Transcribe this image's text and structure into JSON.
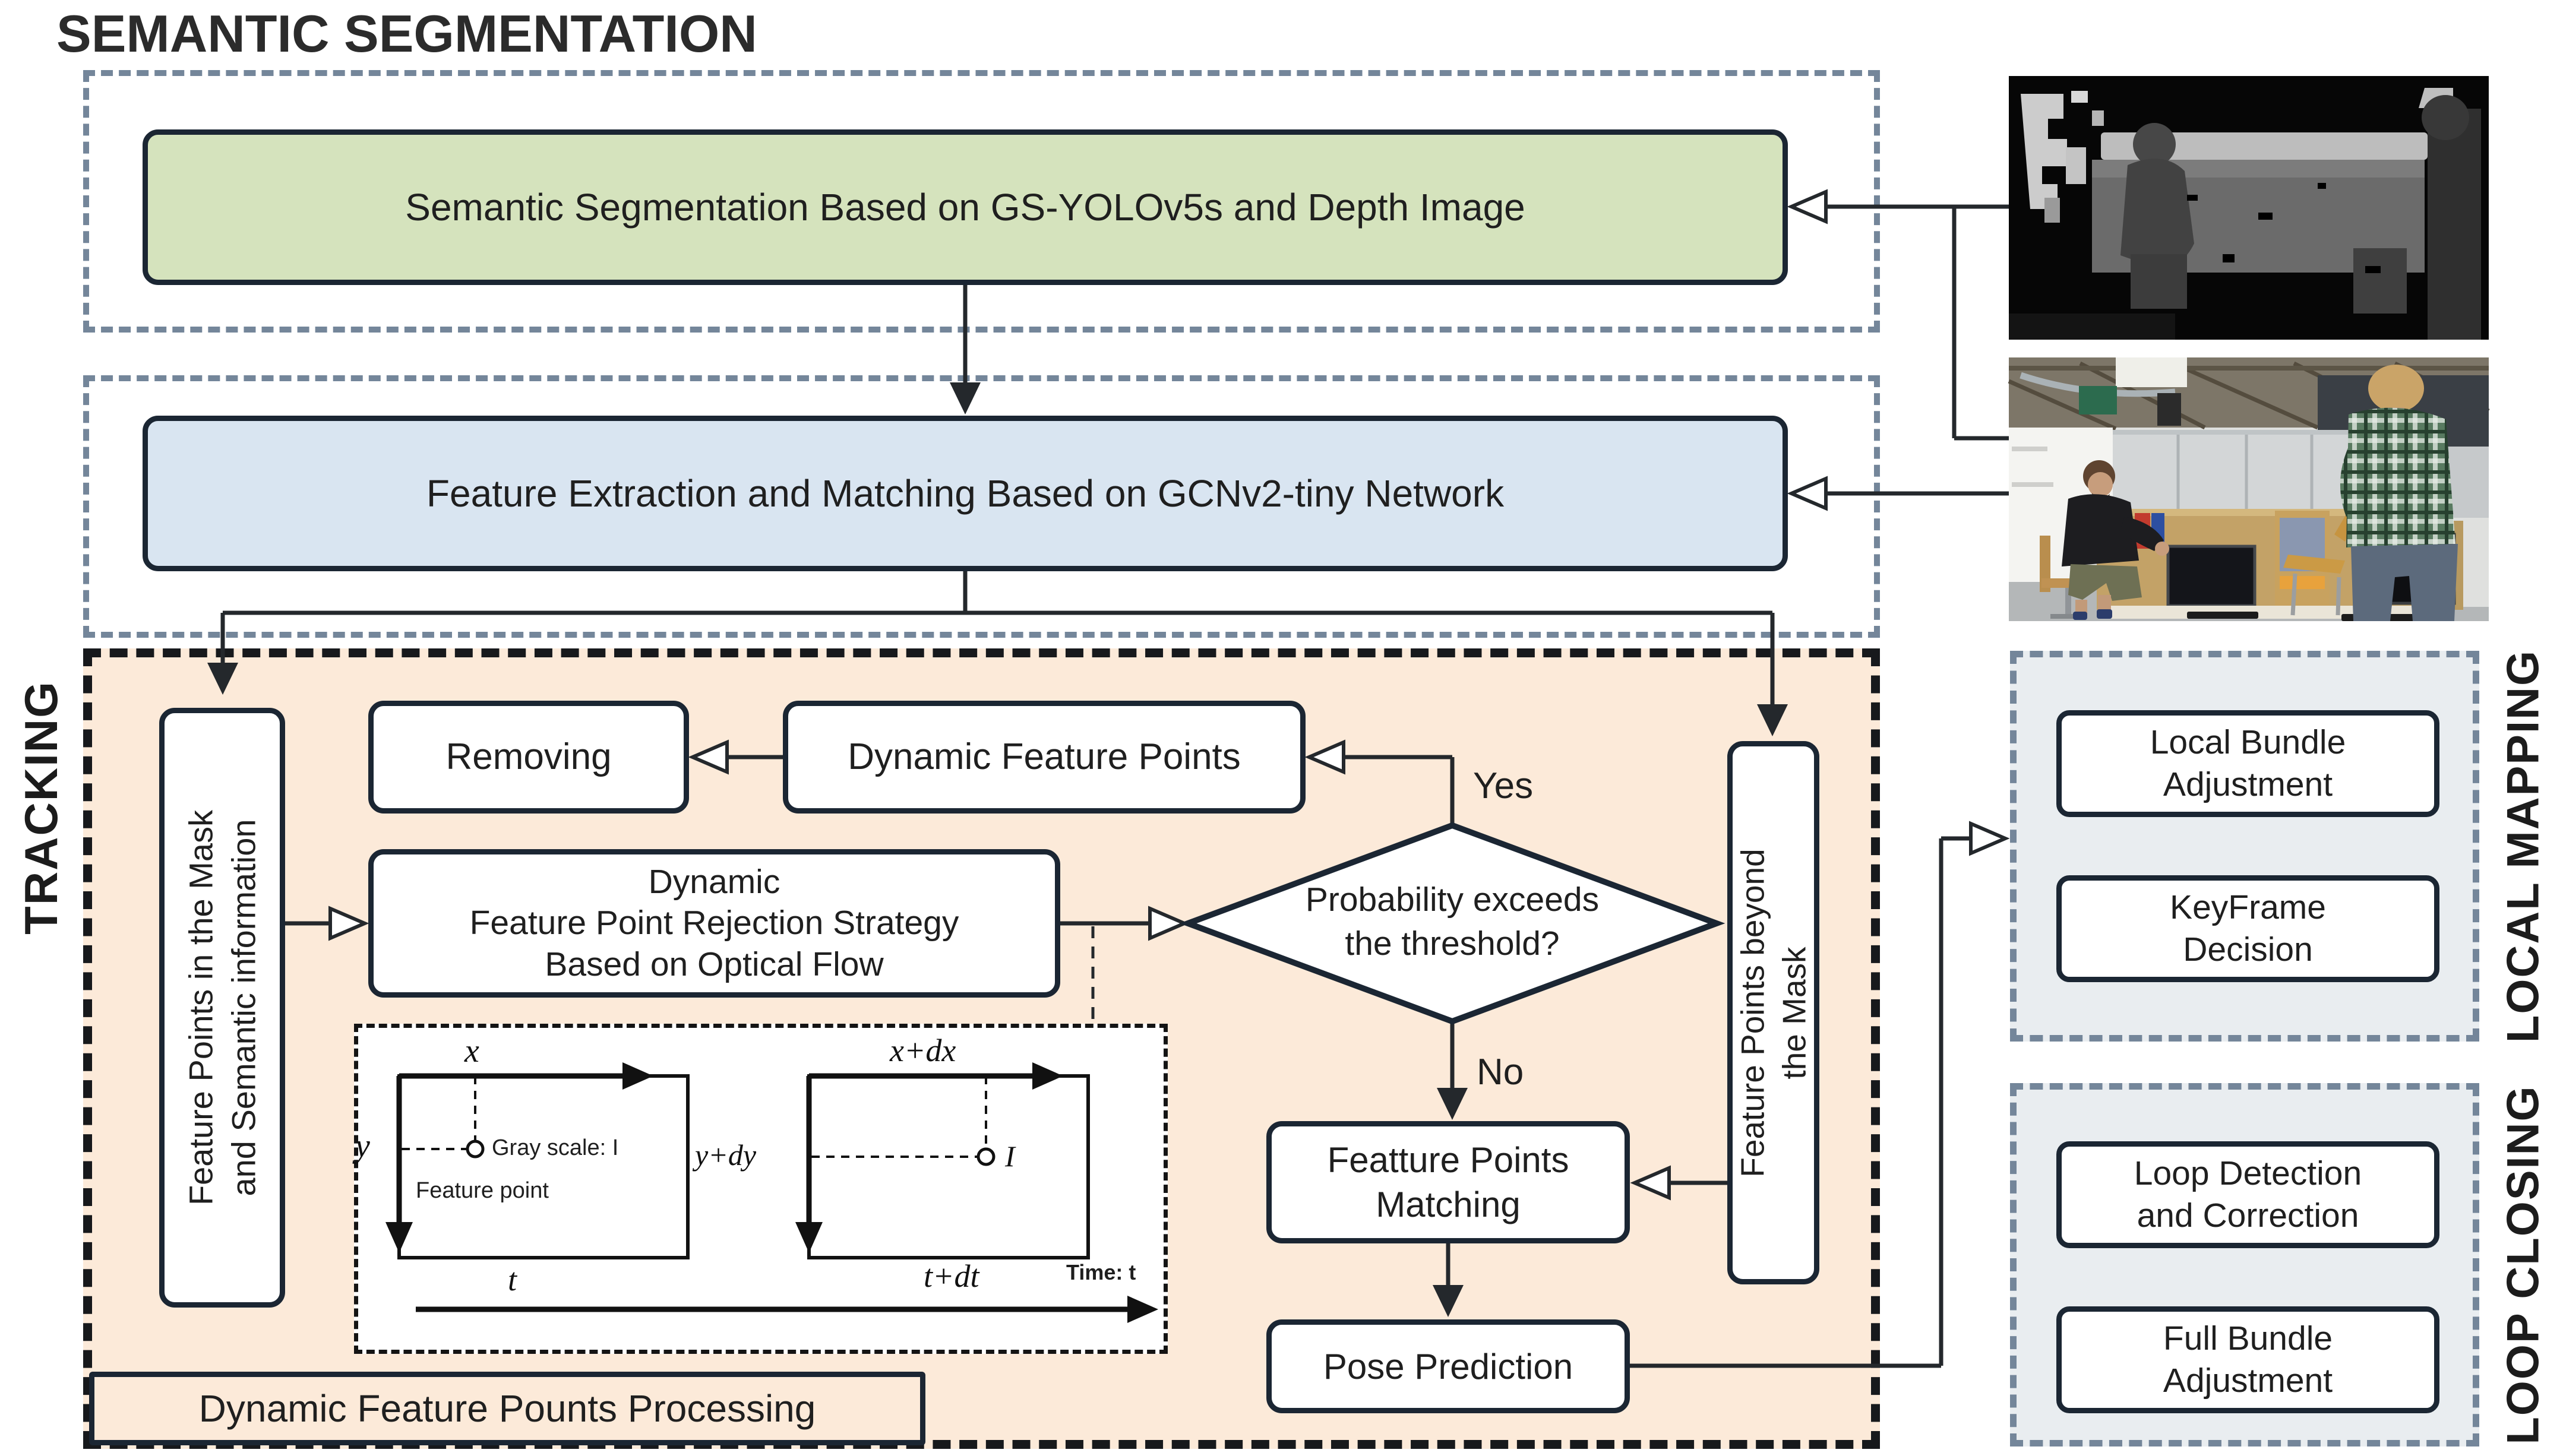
{
  "title": "SEMANTIC SEGMENTATION",
  "section_labels": {
    "tracking": "TRACKING",
    "local_mapping": "LOCAL MAPPING",
    "loop_closing": "LOOP CLOSING"
  },
  "pipeline": {
    "semantic_segmentation": "Semantic Segmentation Based on GS-YOLOv5s and Depth Image",
    "feature_extraction": "Feature Extraction and Matching Based on GCNv2-tiny Network"
  },
  "tracking": {
    "mask_points": {
      "line1": "Feature Points in the Mask",
      "line2": "and Semantic information"
    },
    "removing": "Removing",
    "dynamic_feature_points": "Dynamic Feature Points",
    "rejection": {
      "line1": "Dynamic",
      "line2": "Feature Point Rejection Strategy",
      "line3": "Based on Optical Flow"
    },
    "decision": {
      "line1": "Probability exceeds",
      "line2": "the threshold?"
    },
    "yes": "Yes",
    "no": "No",
    "beyond_mask": {
      "line1": "Feature Points beyond",
      "line2": "the Mask"
    },
    "matching": {
      "line1": "Featture Points",
      "line2": "Matching"
    },
    "pose_prediction": "Pose Prediction",
    "processing_caption": "Dynamic Feature Pounts Processing"
  },
  "local_mapping": {
    "local_bundle": {
      "line1": "Local Bundle",
      "line2": "Adjustment"
    },
    "keyframe": {
      "line1": "KeyFrame",
      "line2": "Decision"
    }
  },
  "loop_closing": {
    "loop_detection": {
      "line1": "Loop Detection",
      "line2": "and Correction"
    },
    "full_bundle": {
      "line1": "Full Bundle",
      "line2": "Adjustment"
    }
  },
  "optical_flow_inset": {
    "x_label": "x",
    "y_label": "y",
    "x_dx_label": "x+dx",
    "y_dy_label": "y+dy",
    "gray_scale_label": "Gray scale: I",
    "feature_point_label": "Feature point",
    "intensity_label": "I",
    "t_label": "t",
    "t_dt_label": "t+dt",
    "time_label": "Time: t"
  },
  "colors": {
    "semantic_box_fill": "#d5e3bd",
    "feature_box_fill": "#d9e5f1",
    "tracking_fill": "#fcead9",
    "mapping_fill": "#e9edf0",
    "dashed_slate": "#74869a",
    "box_border": "#1b2633",
    "connector": "#24282c"
  }
}
